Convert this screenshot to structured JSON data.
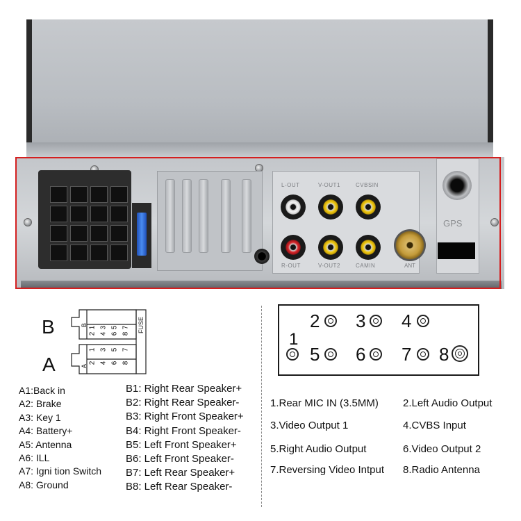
{
  "device": {
    "rca_labels": {
      "top": [
        "L-OUT",
        "V-OUT1",
        "CVBSIN"
      ],
      "bottom": [
        "R-OUT",
        "V-OUT2",
        "CAMIN"
      ]
    },
    "ant_label": "ANT",
    "gps_label": "GPS"
  },
  "connector": {
    "row_b": "B",
    "row_a": "A",
    "fuse_label": "FUSE",
    "b_pins_top": [
      "1",
      "3",
      "5",
      "7"
    ],
    "b_pins_bottom": [
      "2",
      "4",
      "6",
      "8"
    ],
    "a_pins_top": [
      "1",
      "3",
      "5",
      "7"
    ],
    "a_pins_bottom": [
      "2",
      "4",
      "6",
      "8"
    ],
    "b_side": "B",
    "a_side": "A"
  },
  "pinout_a": [
    "A1:Back    in",
    "A2: Brake",
    "A3: Key 1",
    "A4: Battery+",
    "A5: Antenna",
    "A6: ILL",
    "A7:  Igni tion Switch",
    "A8: Ground"
  ],
  "pinout_b": [
    "B1: Right Rear Speaker+",
    "B2: Right Rear Speaker-",
    "B3: Right Front Speaker+",
    "B4: Right Front Speaker-",
    "B5: Left Front Speaker+",
    "B6: Left Front Speaker-",
    "B7: Left Rear Speaker+",
    "B8: Left Rear Speaker-"
  ],
  "port_map": {
    "numbers": [
      "1",
      "2",
      "3",
      "4",
      "5",
      "6",
      "7",
      "8"
    ]
  },
  "port_descriptions": [
    "1.Rear MIC IN (3.5MM)",
    "2.Left Audio Output",
    "3.Video Output 1",
    "4.CVBS Input",
    "5.Right Audio Output",
    "6.Video Output 2",
    "7.Reversing Video Intput",
    "8.Radio Antenna"
  ]
}
